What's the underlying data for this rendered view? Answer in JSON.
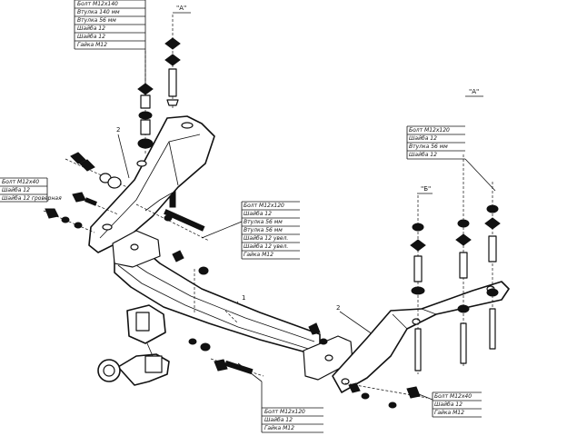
{
  "callouts": {
    "top_left": {
      "lines": [
        "Болт М12х140",
        "Втулка 140 мм",
        "Втулка 56 мм",
        "Шайба 12",
        "Шайба 12",
        "Гайка М12"
      ]
    },
    "left": {
      "lines": [
        "Болт М12х40",
        "Шайба 12",
        "Шайба 12 гроверная"
      ]
    },
    "center": {
      "lines": [
        "Болт М12х120",
        "Шайба 12",
        "Втулка 56 мм",
        "Втулка 56 мм",
        "Шайба 12 увел.",
        "Шайба 12 увел.",
        "Гайка М12"
      ]
    },
    "right": {
      "lines": [
        "Болт М12х120",
        "Шайба 12",
        "Втулка 56 мм",
        "Шайба 12"
      ]
    },
    "bottom_center": {
      "lines": [
        "Болт М12х120",
        "Шайба 12",
        "Гайка М12"
      ]
    },
    "bottom_right": {
      "lines": [
        "Болт М12х40",
        "Шайба 12",
        "Гайка М12"
      ]
    }
  },
  "view_tags": {
    "a_top": "\"А\"",
    "a_right": "\"А\"",
    "b_right": "\"Б\""
  },
  "part_numbers": {
    "left_bracket": "2",
    "crossbar": "1",
    "right_bracket": "2"
  }
}
